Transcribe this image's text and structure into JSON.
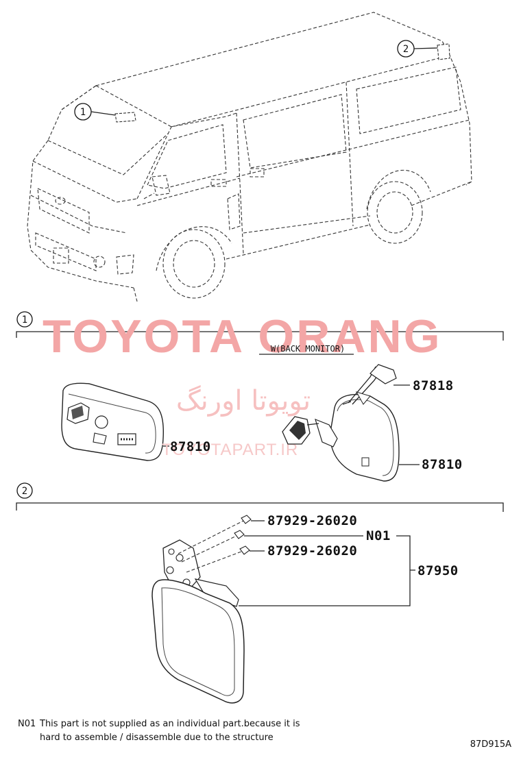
{
  "watermark": {
    "brand_latin": "TOYOTA ORANG",
    "brand_persian": "تویوتا اورنگ",
    "site": "TOYOTAPART.IR"
  },
  "callouts": {
    "one": "1",
    "two": "2"
  },
  "section1": {
    "marker": "1",
    "variant_label": "W(BACK MONITOR)",
    "parts": {
      "mirror_left": "87810",
      "harness": "87818",
      "mirror_right": "87810"
    }
  },
  "section2": {
    "marker": "2",
    "parts": {
      "screw_top": "87929-26020",
      "note_ref": "N01",
      "screw_bottom": "87929-26020",
      "outer_mirror": "87950"
    }
  },
  "footer": {
    "note_code": "N01",
    "note_line1": "This part is not supplied as an individual part.because it is",
    "note_line2": "hard to assemble / disassemble due to the structure",
    "diagram_code": "87D915A"
  }
}
